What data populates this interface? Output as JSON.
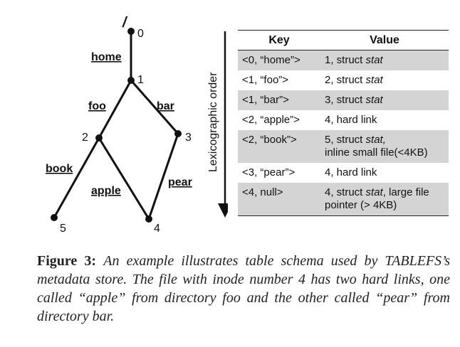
{
  "tree": {
    "root_label": "/",
    "nodes": [
      "0",
      "1",
      "2",
      "3",
      "4",
      "5"
    ],
    "edges": [
      "home",
      "foo",
      "bar",
      "book",
      "apple",
      "pear"
    ]
  },
  "axis_label": "Lexicographic order",
  "table": {
    "headers": [
      "Key",
      "Value"
    ],
    "rows": [
      {
        "key": "<0, “home”>",
        "pre": "1, struct ",
        "em": "stat",
        "post": ""
      },
      {
        "key": "<1, “foo”>",
        "pre": "2, struct ",
        "em": "stat",
        "post": ""
      },
      {
        "key": "<1, “bar”>",
        "pre": "3, struct ",
        "em": "stat",
        "post": ""
      },
      {
        "key": "<2, “apple”>",
        "pre": "4, hard link",
        "em": "",
        "post": ""
      },
      {
        "key": "<2, “book”>",
        "pre": "5, struct ",
        "em": "stat,",
        "post": "\ninline small file(<4KB)"
      },
      {
        "key": "<3, “pear”>",
        "pre": "4, hard link",
        "em": "",
        "post": ""
      },
      {
        "key": "<4, null>",
        "pre": "4, struct ",
        "em": "stat",
        "post": ", large file\npointer (> 4KB)"
      }
    ]
  },
  "caption": {
    "label": "Figure 3:",
    "text": "An example illustrates table schema used by TABLEFS’s metadata store. The file with inode number 4 has two hard links, one called “apple” from directory foo and the other called “pear” from directory bar."
  }
}
